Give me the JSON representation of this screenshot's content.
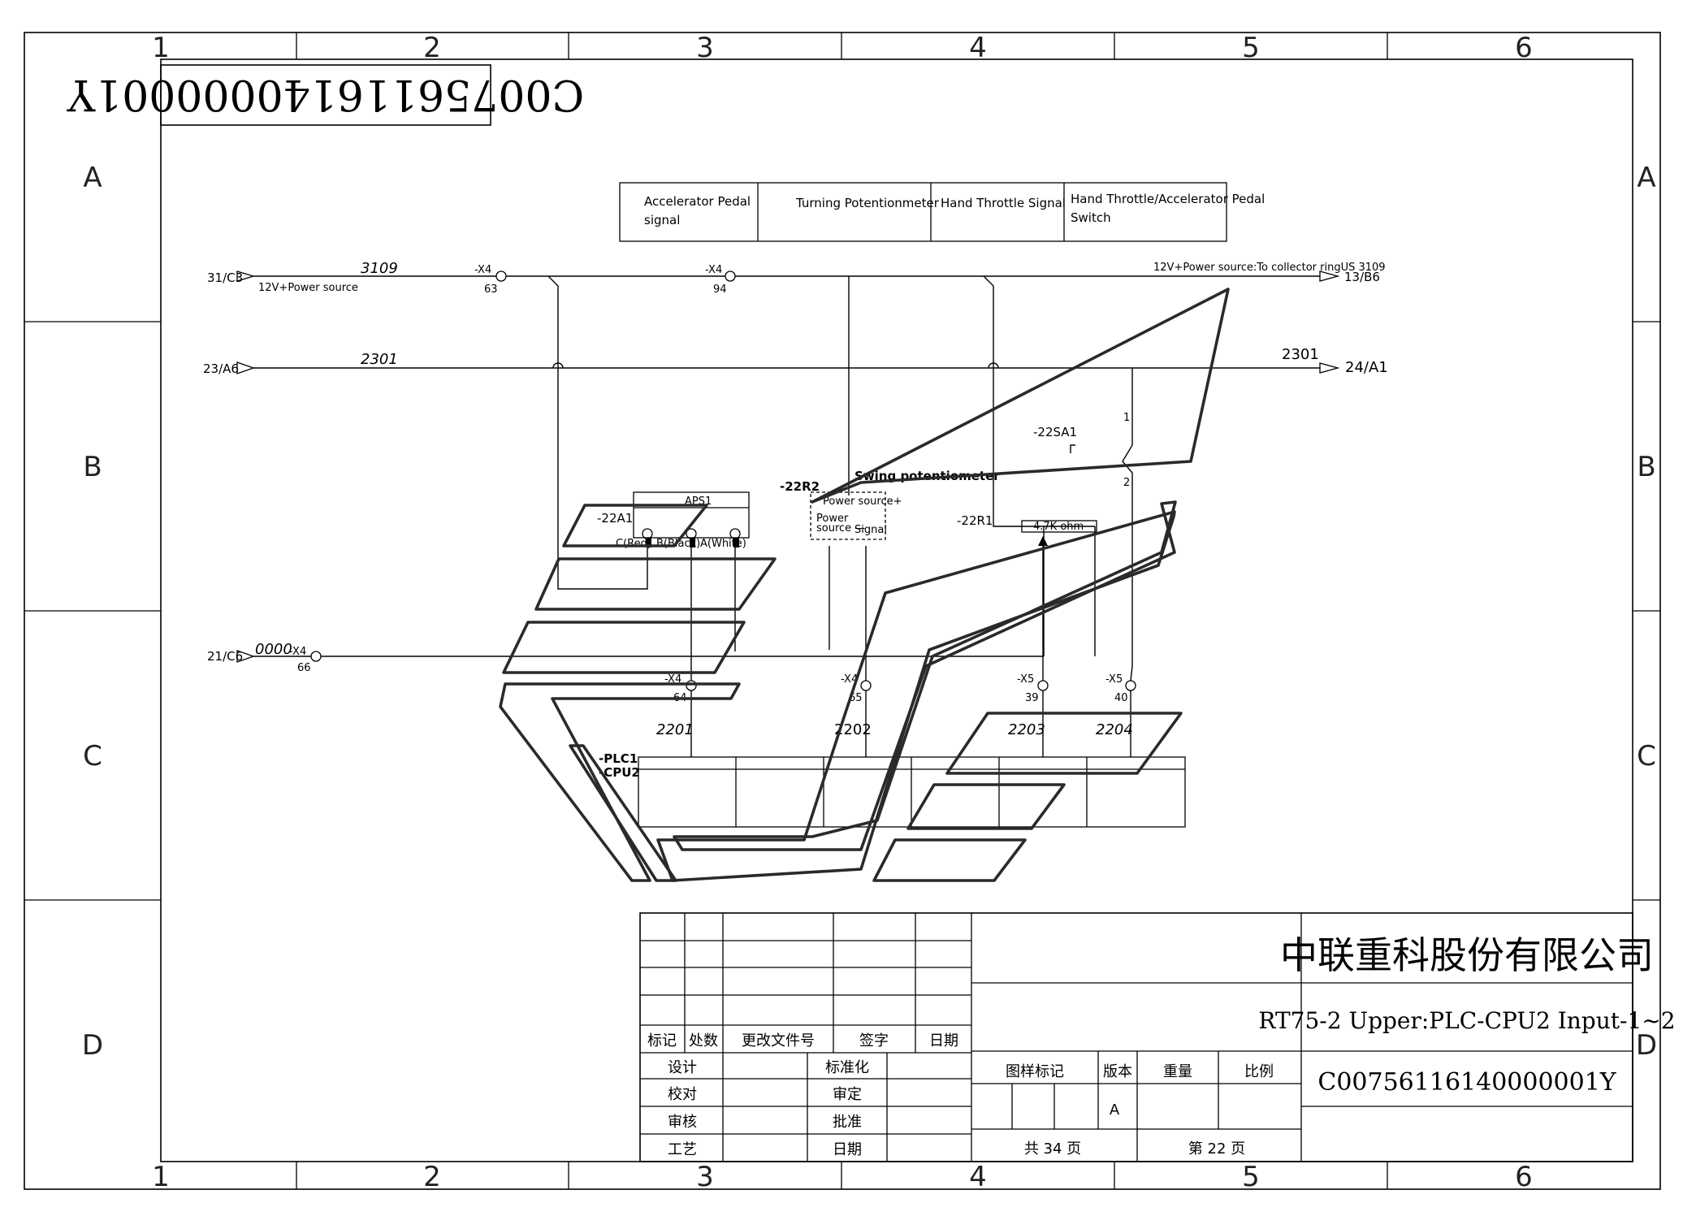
{
  "drawing_number_flipped": "C00756116140000001Y",
  "grid": {
    "columns": [
      "1",
      "2",
      "3",
      "4",
      "5",
      "6"
    ],
    "rows": [
      "A",
      "B",
      "C",
      "D"
    ]
  },
  "signal_table": [
    "Accelerator Pedal signal",
    "Turning Potentionmeter",
    "Hand Throttle Signal",
    "Hand Throttle/Accelerator Pedal Switch"
  ],
  "wires": {
    "power_in_ref": "31/C3",
    "power_wire": "3109",
    "power_label": "12V+Power source",
    "x4_63": "-X4",
    "x4_63_pin": "63",
    "x4_94": "-X4",
    "x4_94_pin": "94",
    "power_out_label": "12V+Power source:To collector ringUS 3109",
    "power_out_ref": "13/B6",
    "bus_in_ref": "23/A6",
    "bus_wire": "2301",
    "bus_wire_right": "2301",
    "bus_out_ref": "24/A1",
    "gnd_in_ref": "21/C6",
    "gnd_wire": "0000",
    "x4_66": "-X4",
    "x4_66_pin": "66"
  },
  "components": {
    "aps1_ref": "-22A1",
    "aps1_name": "APS1",
    "aps1_pins": [
      "C(Red)",
      "B(Black)",
      "A(White)"
    ],
    "swing_ref": "-22R2",
    "swing_title": "Swing potentiometer",
    "swing_power_plus": "Power source+",
    "swing_power_minus": "Power source—",
    "swing_signal": "Signal",
    "r1_ref": "-22R1",
    "r1_value": "4.7K ohm",
    "sa1_ref": "-22SA1",
    "sa1_pin1": "1",
    "sa1_pin2": "2"
  },
  "terminals": [
    {
      "ref": "-X4",
      "pin": "64",
      "wire": "2201"
    },
    {
      "ref": "-X4",
      "pin": "65",
      "wire": "2202"
    },
    {
      "ref": "-X5",
      "pin": "39",
      "wire": "2203"
    },
    {
      "ref": "-X5",
      "pin": "40",
      "wire": "2204"
    }
  ],
  "plc": {
    "line1": "-PLC1",
    "line2": "-CPU2"
  },
  "title_block": {
    "company": "中联重科股份有限公司",
    "title": "RT75-2 Upper:PLC-CPU2 Input-1~2",
    "number": "C00756116140000001Y",
    "rev_headers": [
      "标记",
      "处数",
      "更改文件号",
      "签字",
      "日期"
    ],
    "left_labels": [
      "设计",
      "校对",
      "审核",
      "工艺"
    ],
    "mid_labels": [
      "标准化",
      "审定",
      "批准",
      "日期"
    ],
    "sheet_headers": [
      "图样标记",
      "版本",
      "重量",
      "比例"
    ],
    "version": "A",
    "total_pages": "共 34 页",
    "page": "第 22 页"
  }
}
